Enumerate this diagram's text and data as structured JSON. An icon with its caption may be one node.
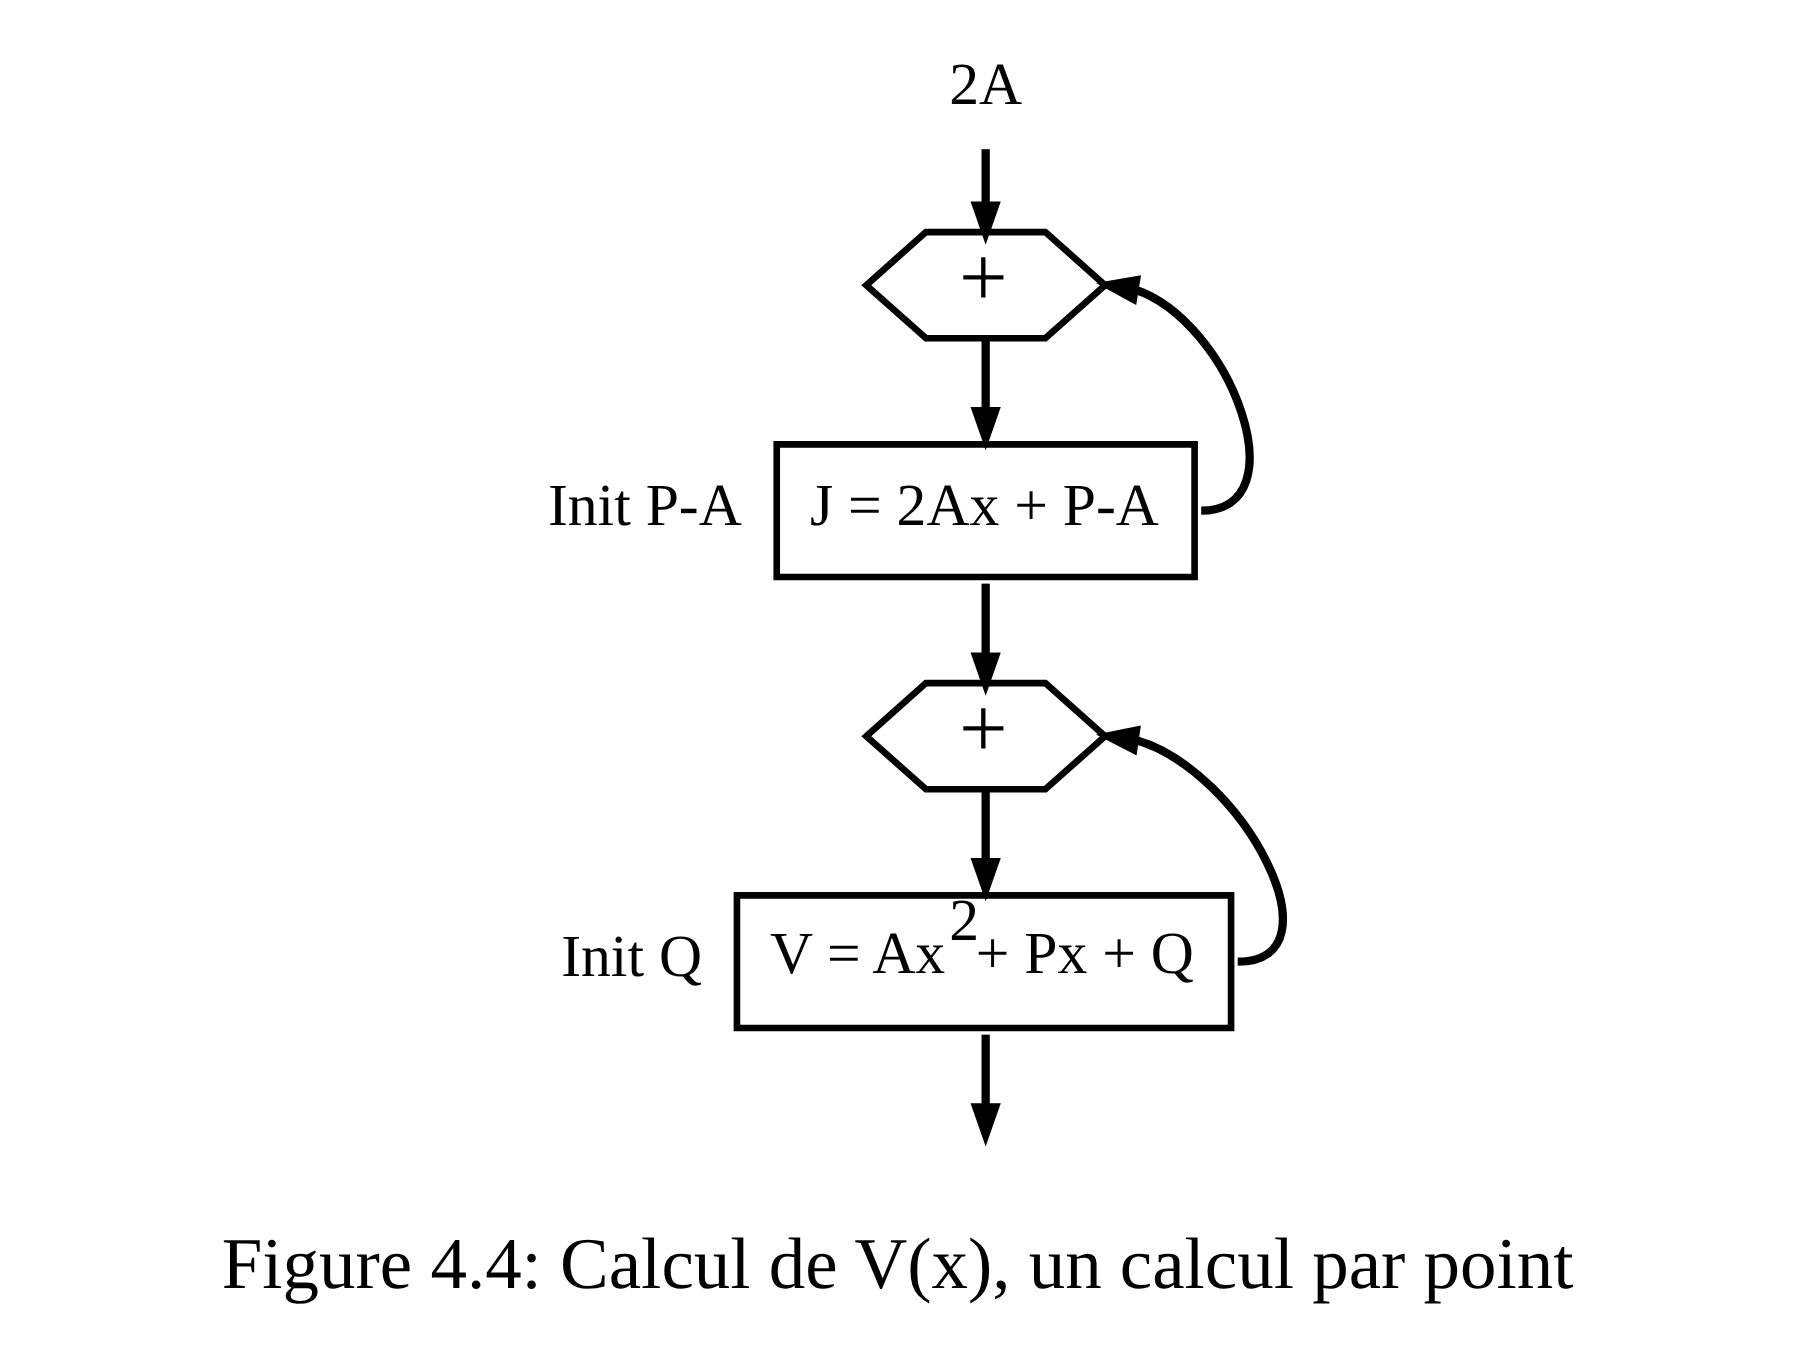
{
  "diagram": {
    "caption": "Figure 4.4: Calcul de V(x), un calcul par point",
    "nodes": [
      {
        "text": [
          "2A"
        ]
      },
      {
        "text": [
          "+"
        ]
      },
      {
        "text": [
          "J = 2Ax + P-A"
        ],
        "beside": [
          "Init P-A"
        ]
      },
      {
        "text": [
          "+"
        ]
      },
      {
        "text": [
          "V = Ax$^{2}$+ Px + Q"
        ],
        "beside": [
          "Init Q"
        ]
      }
    ],
    "edges": [
      {
        "from": 0,
        "to": 1,
        "arrow": "to"
      },
      {
        "from": 2,
        "to": 1,
        "arrow": "to"
      },
      {
        "from": 1,
        "to": 2,
        "arrow": "to"
      },
      {
        "from": 2,
        "to": 3,
        "arrow": "to"
      },
      {
        "from": 4,
        "to": 3,
        "arrow": "to"
      },
      {
        "from": 3,
        "to": 4,
        "arrow": "to"
      },
      {
        "from": 4,
        "to": null,
        "arrow": "to"
      }
    ]
  }
}
